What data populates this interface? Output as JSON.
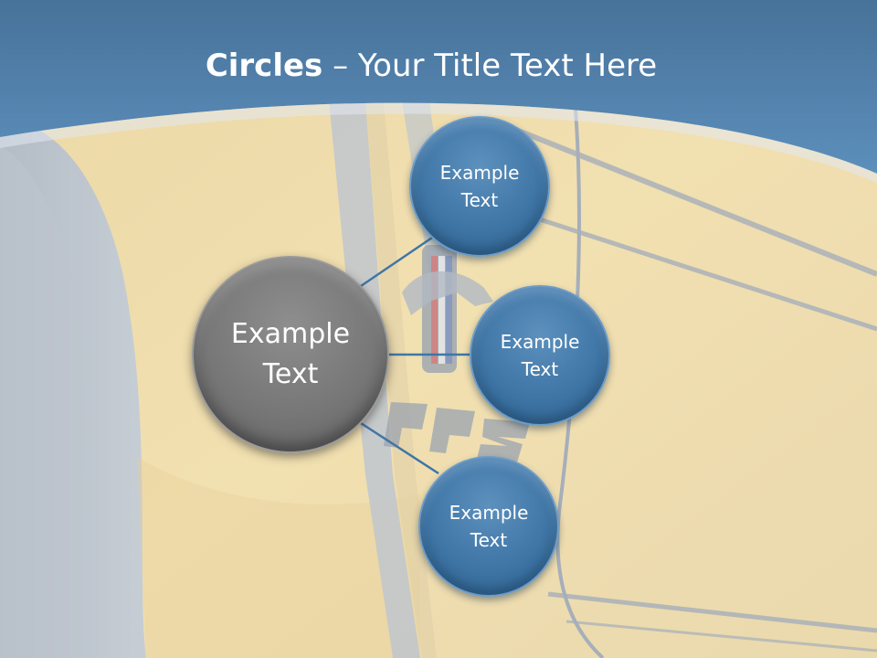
{
  "slide": {
    "title_bold": "Circles",
    "title_rest": " – Your Title Text Here"
  },
  "diagram": {
    "center": {
      "label": "Example\nText"
    },
    "nodes": [
      {
        "label": "Example\nText"
      },
      {
        "label": "Example\nText"
      },
      {
        "label": "Example\nText"
      }
    ]
  },
  "colors": {
    "header_blue": "#3a6f9f",
    "node_blue": "#3f76a6",
    "center_gray": "#777777",
    "connector": "#3f76a6"
  }
}
